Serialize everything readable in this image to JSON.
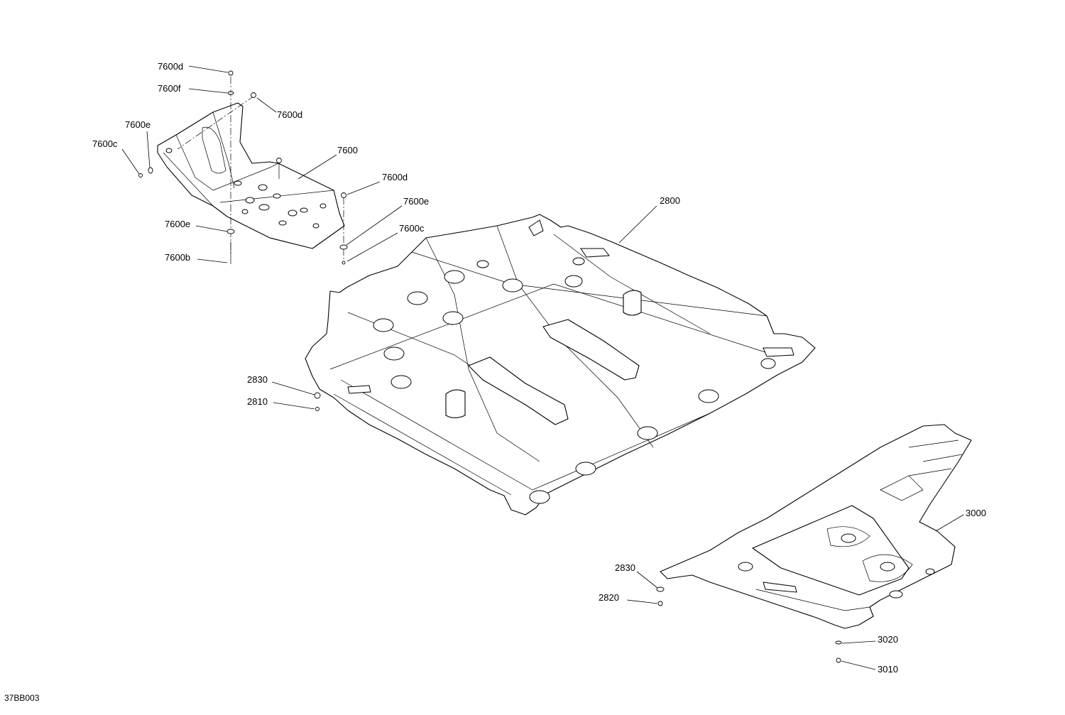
{
  "drawing_code": "37BB003",
  "callouts": [
    {
      "id": "c01",
      "text": "7600d"
    },
    {
      "id": "c02",
      "text": "7600f"
    },
    {
      "id": "c03",
      "text": "7600d"
    },
    {
      "id": "c04",
      "text": "7600e"
    },
    {
      "id": "c05",
      "text": "7600c"
    },
    {
      "id": "c06",
      "text": "7600"
    },
    {
      "id": "c07",
      "text": "7600d"
    },
    {
      "id": "c08",
      "text": "7600e"
    },
    {
      "id": "c09",
      "text": "7600c"
    },
    {
      "id": "c10",
      "text": "7600e"
    },
    {
      "id": "c11",
      "text": "7600b"
    },
    {
      "id": "c12",
      "text": "2800"
    },
    {
      "id": "c13",
      "text": "2830"
    },
    {
      "id": "c14",
      "text": "2810"
    },
    {
      "id": "c15",
      "text": "3000"
    },
    {
      "id": "c16",
      "text": "2830"
    },
    {
      "id": "c17",
      "text": "2820"
    },
    {
      "id": "c18",
      "text": "3020"
    },
    {
      "id": "c19",
      "text": "3010"
    }
  ]
}
